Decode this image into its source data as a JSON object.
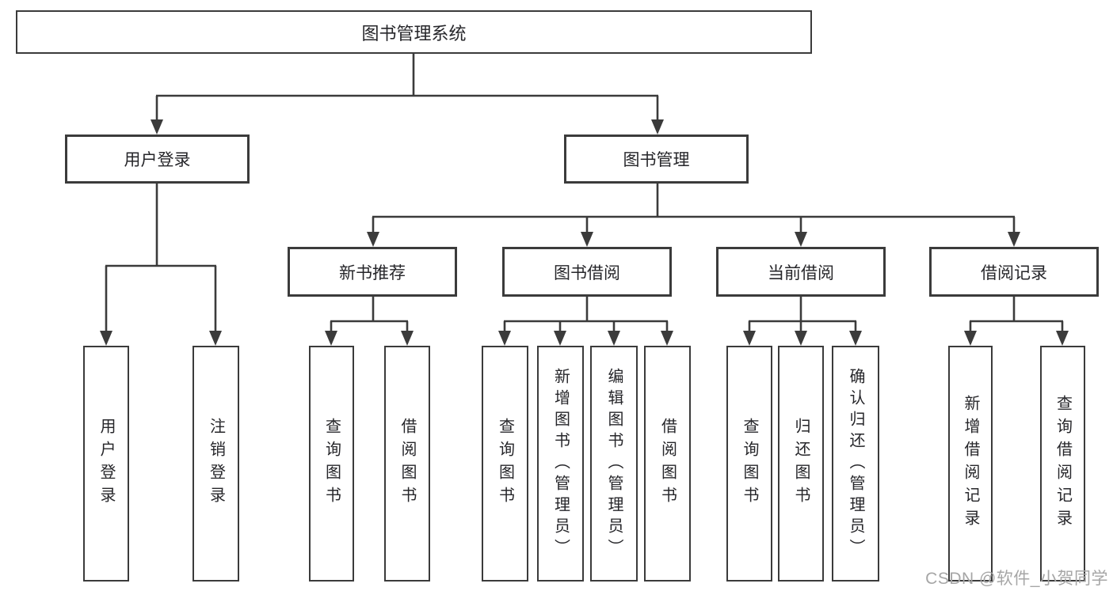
{
  "diagram": {
    "root": {
      "label": "图书管理系统"
    },
    "branches": [
      {
        "label": "用户登录",
        "leaves": [
          {
            "label": "用户登录"
          },
          {
            "label": "注销登录"
          }
        ]
      },
      {
        "label": "图书管理",
        "groups": [
          {
            "label": "新书推荐",
            "leaves": [
              {
                "label": "查询图书"
              },
              {
                "label": "借阅图书"
              }
            ]
          },
          {
            "label": "图书借阅",
            "leaves": [
              {
                "label": "查询图书"
              },
              {
                "label": "新增图书（管理员）"
              },
              {
                "label": "编辑图书（管理员）"
              },
              {
                "label": "借阅图书"
              }
            ]
          },
          {
            "label": "当前借阅",
            "leaves": [
              {
                "label": "查询图书"
              },
              {
                "label": "归还图书"
              },
              {
                "label": "确认归还（管理员）"
              }
            ]
          },
          {
            "label": "借阅记录",
            "leaves": [
              {
                "label": "新增借阅记录"
              },
              {
                "label": "查询借阅记录"
              }
            ]
          }
        ]
      }
    ]
  },
  "watermark": {
    "text": "CSDN @软件_小贺同学"
  },
  "colors": {
    "line": "#3b3b3b",
    "text": "#26262a",
    "background": "#ffffff",
    "watermark_text": "#a6a6a6"
  }
}
